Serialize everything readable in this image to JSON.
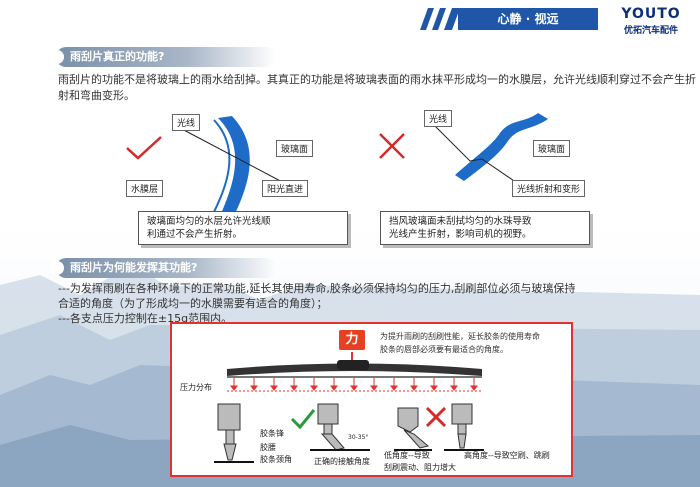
{
  "header": {
    "slogan": "心静 · 视远",
    "logo_en": "YOUTO",
    "logo_cn": "优拓汽车配件",
    "accent": "#1f56a8"
  },
  "section1": {
    "title": "雨刮片真正的功能?",
    "body": "雨刮片的功能不是将玻璃上的雨水给刮掉。其真正的功能是将玻璃表面的雨水抹平形成均一的水膜层，允许光线顺利穿过不会产生折射和弯曲变形。"
  },
  "diagram_good": {
    "mark": "check",
    "label_light": "光线",
    "label_glass": "玻璃面",
    "label_film": "水膜层",
    "label_straight": "阳光直进",
    "note_line1": "玻璃面均匀的水层允许光线顺",
    "note_line2": "利通过不会产生折射。"
  },
  "diagram_bad": {
    "mark": "cross",
    "label_light": "光线",
    "label_glass": "玻璃面",
    "label_refract": "光线折射和变形",
    "note_line1": "挡风玻璃面未刮拭均匀的水珠导致",
    "note_line2": "光线产生折射，影响司机的视野。"
  },
  "section2": {
    "title": "雨刮片为何能发挥其功能?",
    "bullet1_line1": "---为发挥雨刷在各种环境下的正常功能,延长其使用寿命,胶条必须保持均匀的压力,刮刷部位必须与玻璃保持",
    "bullet1_line2": "合适的角度（为了形成均一的水膜需要有适合的角度）；",
    "bullet2": "---各支点压力控制在±15g范围内。"
  },
  "panel": {
    "force_badge": "力",
    "note_line1": "为提升雨刷的刮刷性能，延长胶条的使用寿命",
    "note_line2": "胶条的唇部必须要有最适合的角度。",
    "pressure_label": "压力分布",
    "part_blade": "胶条锋",
    "part_waist": "胶腰",
    "part_root": "胶条颈角",
    "caption_correct": "正确的接触角度",
    "angle_text": "30-35°",
    "caption_low_1": "低角度--导致",
    "caption_low_2": "刮刷震动、阻力增大",
    "caption_high": "高角度--导致空刷、跳刷"
  },
  "icons": {
    "check": "check-icon",
    "cross": "cross-icon",
    "colors": {
      "glass": "#1e6cc8",
      "check": "#d62a2a",
      "cross": "#d62a2a",
      "arrow": "#e23131"
    }
  }
}
